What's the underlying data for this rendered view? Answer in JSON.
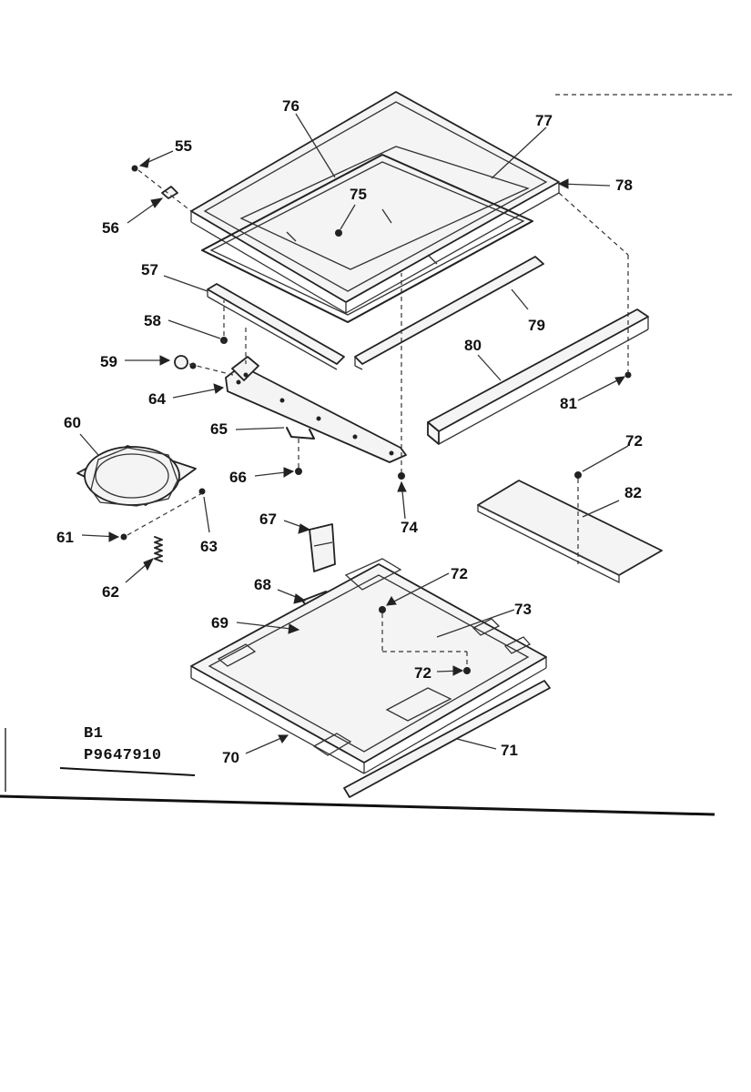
{
  "diagram": {
    "drawing_code": "B1",
    "drawing_number": "P9647910",
    "callouts": {
      "c55": "55",
      "c56": "56",
      "c57": "57",
      "c58": "58",
      "c59": "59",
      "c60": "60",
      "c61": "61",
      "c62": "62",
      "c63": "63",
      "c64": "64",
      "c65": "65",
      "c66": "66",
      "c67": "67",
      "c68": "68",
      "c69": "69",
      "c70": "70",
      "c71": "71",
      "c72a": "72",
      "c72b": "72",
      "c72c": "72",
      "c73": "73",
      "c74": "74",
      "c75": "75",
      "c76": "76",
      "c77": "77",
      "c78": "78",
      "c79": "79",
      "c80": "80",
      "c81": "81",
      "c82": "82"
    }
  }
}
